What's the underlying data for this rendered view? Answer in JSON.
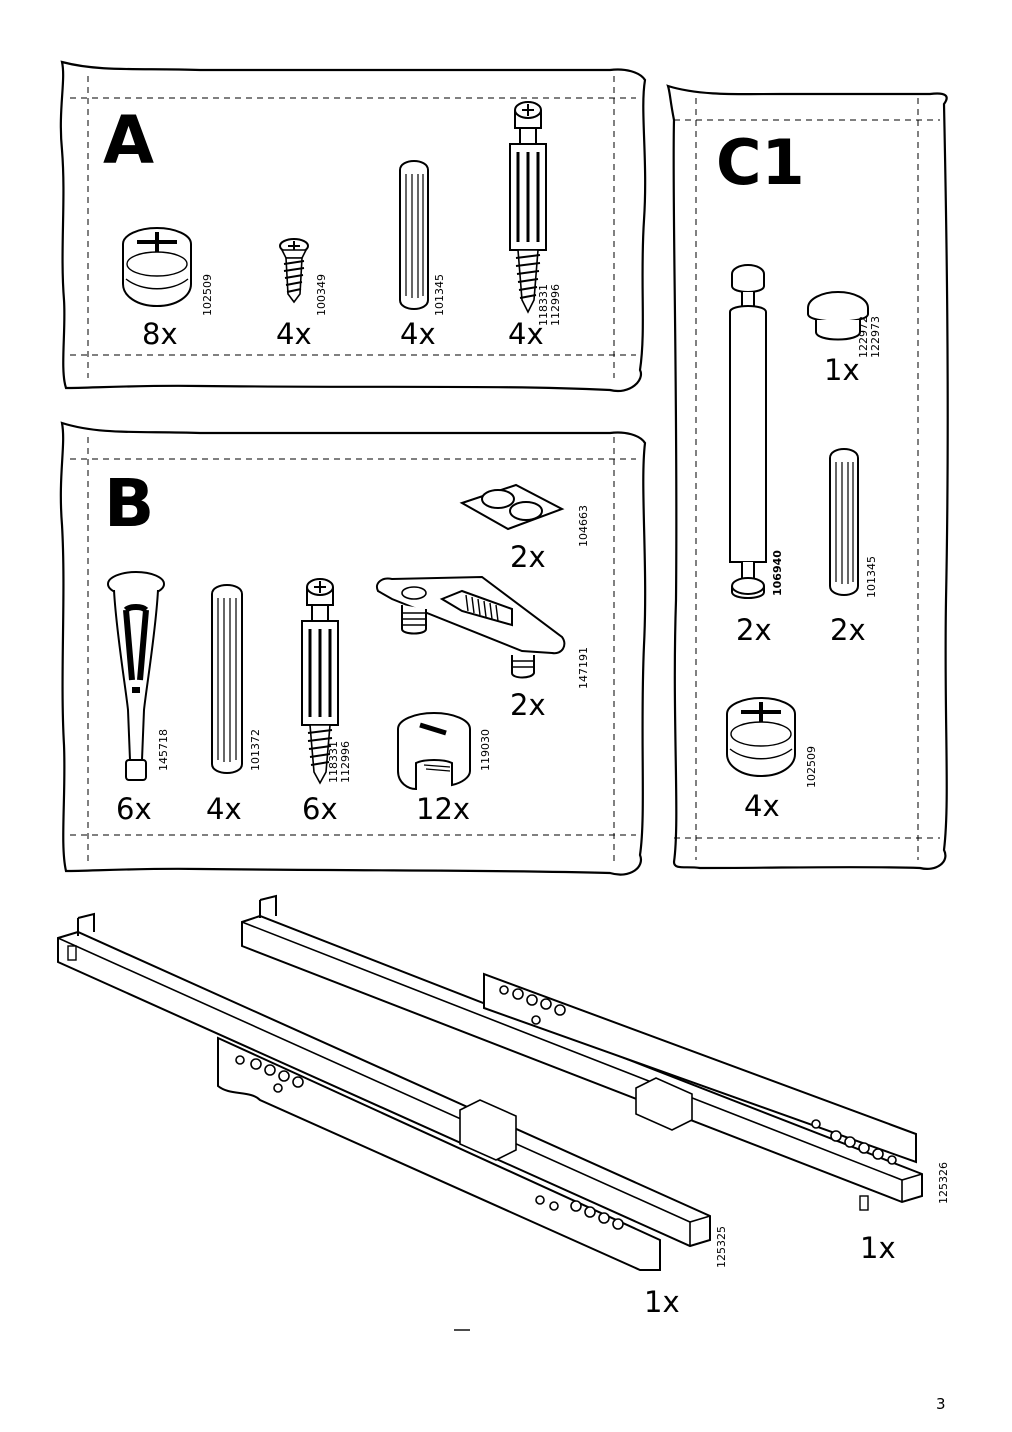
{
  "page_number": "3",
  "bag_a": {
    "letter": "A",
    "items": [
      {
        "icon": "cam-lock-icon",
        "codes": [
          "102509"
        ],
        "qty": "8x"
      },
      {
        "icon": "short-screw-icon",
        "codes": [
          "100349"
        ],
        "qty": "4x"
      },
      {
        "icon": "wooden-dowel-icon",
        "codes": [
          "101345"
        ],
        "qty": "4x"
      },
      {
        "icon": "cam-bolt-icon",
        "codes": [
          "118331",
          "112996"
        ],
        "qty": "4x"
      }
    ]
  },
  "bag_b": {
    "letter": "B",
    "items": [
      {
        "icon": "wall-plug-icon",
        "codes": [
          "145718"
        ],
        "qty": "6x"
      },
      {
        "icon": "wooden-dowel-icon",
        "codes": [
          "101372"
        ],
        "qty": "4x"
      },
      {
        "icon": "cam-bolt-icon",
        "codes": [
          "118331",
          "112996"
        ],
        "qty": "6x"
      },
      {
        "icon": "cam-lock-icon",
        "codes": [
          "119030"
        ],
        "qty": "12x"
      },
      {
        "icon": "felt-pads-icon",
        "codes": [
          "104663"
        ],
        "qty": "2x"
      },
      {
        "icon": "drawer-clip-icon",
        "codes": [
          "147191"
        ],
        "qty": "2x"
      }
    ]
  },
  "bag_c1": {
    "letter": "C1",
    "items": [
      {
        "icon": "connector-bolt-icon",
        "codes": [
          "106940"
        ],
        "qty": "2x"
      },
      {
        "icon": "cap-icon",
        "codes": [
          "122972",
          "122973"
        ],
        "qty": "1x"
      },
      {
        "icon": "wooden-dowel-icon",
        "codes": [
          "101345"
        ],
        "qty": "2x"
      },
      {
        "icon": "cam-lock-icon",
        "codes": [
          "102509"
        ],
        "qty": "4x"
      }
    ]
  },
  "runners": [
    {
      "icon": "drawer-runner-left-icon",
      "codes": [
        "125325"
      ],
      "qty": "1x"
    },
    {
      "icon": "drawer-runner-right-icon",
      "codes": [
        "125326"
      ],
      "qty": "1x"
    }
  ]
}
